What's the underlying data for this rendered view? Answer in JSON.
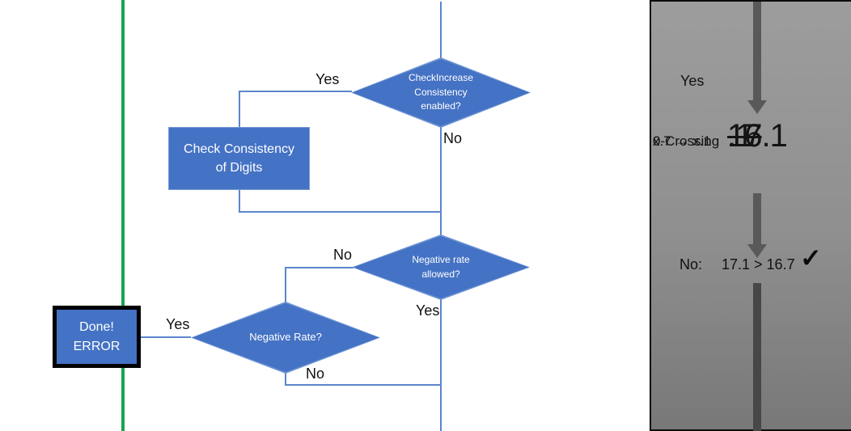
{
  "colors": {
    "shape_fill": "#4472c4",
    "shape_border": "#6a92d4",
    "connector": "#5b86cd",
    "green_line": "#17a54e",
    "panel_gray_top": "#9d9d9d",
    "panel_gray_bottom": "#787878",
    "arrow_gray": "#595959"
  },
  "flowchart": {
    "decision_check_increase": "CheckIncrease\nConsistency\nenabled?",
    "decision_check_increase_yes": "Yes",
    "decision_check_increase_no": "No",
    "process_check_consistency": "Check Consistency\nof Digits",
    "decision_negative_allowed": "Negative rate\nallowed?",
    "decision_negative_allowed_no": "No",
    "decision_negative_allowed_yes": "Yes",
    "decision_negative_rate": "Negative Rate?",
    "decision_negative_rate_yes": "Yes",
    "decision_negative_rate_no": "No",
    "done_error_box": "Done!\nERROR"
  },
  "panel": {
    "yes_label": "Yes",
    "rule_line1": "x.7 → x.1",
    "rule_line2": "0-Crossing",
    "value_old_struck": "16",
    "value_old_rest": ".1",
    "value_new": "17.1",
    "no_label": "No:",
    "comparison": "17.1 > 16.7",
    "checkmark": "✓"
  }
}
